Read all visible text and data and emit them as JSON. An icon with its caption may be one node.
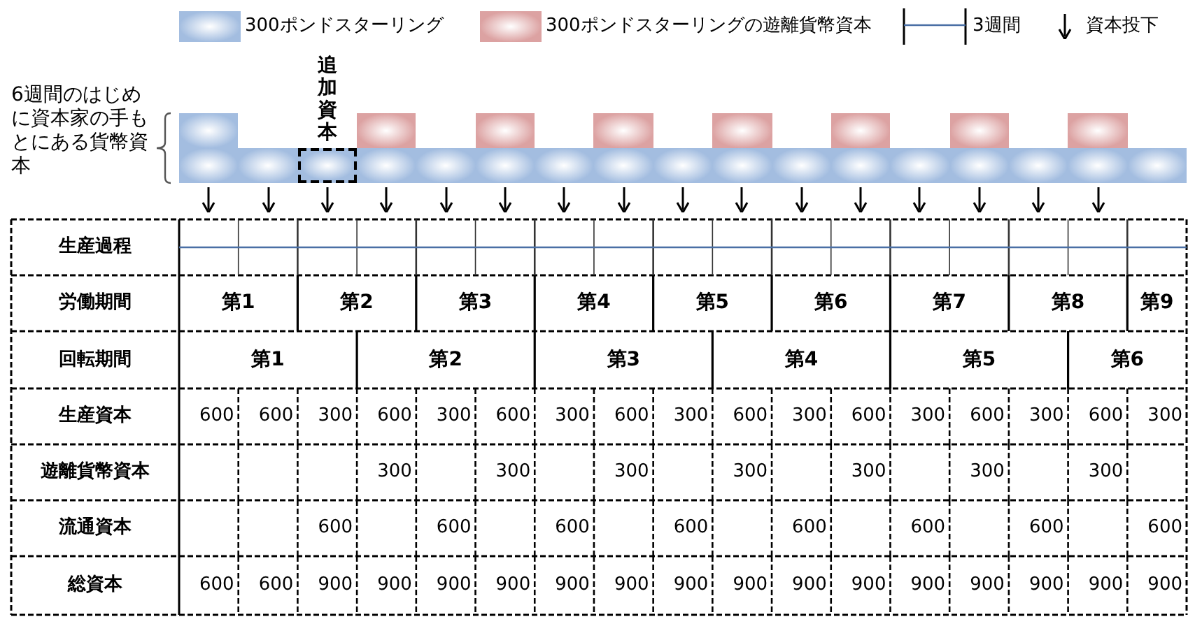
{
  "diagram": {
    "nodes": [
      {
        "text": [],
        "shape": "box"
      },
      {
        "text": [],
        "shape": "box"
      },
      {
        "text": [],
        "shape": "box"
      },
      {
        "text": [],
        "shape": "box"
      },
      {
        "text": [],
        "shape": "box"
      },
      {
        "text": [],
        "shape": "box"
      },
      {
        "text": [],
        "shape": "box"
      },
      {
        "text": [],
        "shape": "box"
      },
      {
        "text": [],
        "shape": "box"
      },
      {
        "text": [],
        "shape": "box"
      },
      {
        "text": [],
        "shape": "box",
        "beside": [
          "追加資本"
        ]
      },
      {
        "text": [],
        "shape": "box"
      },
      {
        "text": [],
        "shape": "box"
      },
      {
        "text": [],
        "shape": "box"
      },
      {
        "text": [],
        "shape": "box"
      },
      {
        "text": [],
        "shape": "box"
      },
      {
        "text": [],
        "shape": "box"
      },
      {
        "text": [],
        "shape": "box"
      },
      {
        "text": [],
        "shape": "box"
      },
      {
        "text": [],
        "shape": "box"
      },
      {
        "text": [],
        "shape": "box"
      },
      {
        "text": [],
        "shape": "box"
      },
      {
        "text": [],
        "shape": "box"
      },
      {
        "text": [],
        "shape": "box"
      },
      {
        "text": [],
        "shape": "box"
      }
    ],
    "labels": [
      "6週間のはじめに資本家の手もとにある貨幣資本",
      "生産過程",
      "労働期間",
      "第1",
      "第2",
      "第3",
      "第4",
      "第5",
      "第6",
      "第7",
      "第8",
      "第9",
      "回転期間",
      "第1",
      "第2",
      "第3",
      "第4",
      "第5",
      "第6",
      "生産資本",
      "600",
      "600",
      "300",
      "600",
      "300",
      "600",
      "300",
      "600",
      "300",
      "600",
      "300",
      "600",
      "300",
      "600",
      "300",
      "600",
      "300",
      "遊離貨幣資本",
      "300",
      "300",
      "300",
      "300",
      "300",
      "300",
      "300",
      "流通資本",
      "600",
      "600",
      "600",
      "600",
      "600",
      "600",
      "600",
      "600",
      "総資本",
      "600",
      "600",
      "900",
      "900",
      "900",
      "900",
      "900",
      "900",
      "900",
      "900",
      "900",
      "900",
      "900",
      "900",
      "900",
      "900",
      "900"
    ],
    "legend": [
      {
        "text": "300ポンドスターリング",
        "color": "#a3bde0"
      },
      {
        "text": "300ポンドスターリングの遊離貨幣資本",
        "color": "#dca2a2"
      },
      {
        "text": "3週間"
      },
      {
        "text": "資本投下"
      }
    ]
  }
}
